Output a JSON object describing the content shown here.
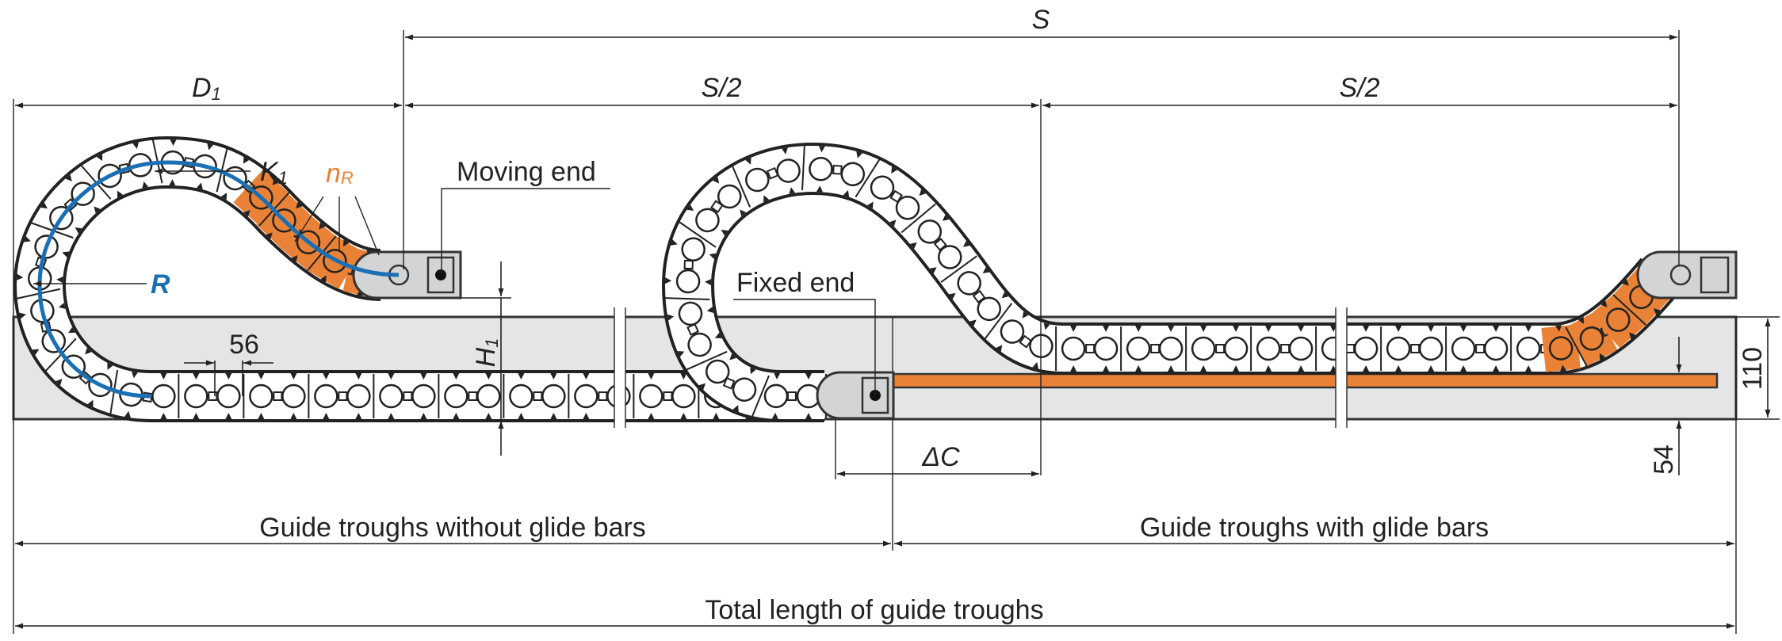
{
  "labels": {
    "stroke": "S",
    "half_stroke_left": "S/2",
    "half_stroke_right": "S/2",
    "d1": "D",
    "d1_sub": "1",
    "k1": "K",
    "k1_sub": "1",
    "nr": "n",
    "nr_sub": "R",
    "radius": "R",
    "moving_end": "Moving end",
    "fixed_end": "Fixed end",
    "h1": "H",
    "h1_sub": "1",
    "pitch": "56",
    "delta_c": "ΔC",
    "trough_height": "110",
    "glide_bar_height": "54",
    "without_glide_bars": "Guide troughs without glide bars",
    "with_glide_bars": "Guide troughs with glide bars",
    "total_length": "Total length of guide troughs"
  },
  "colors": {
    "accent_orange": "#e98236",
    "radius_blue": "#1a6fb5",
    "trough_gray": "#e4e5e7",
    "end_bracket_gray": "#d3d4d6",
    "line": "#222222"
  }
}
